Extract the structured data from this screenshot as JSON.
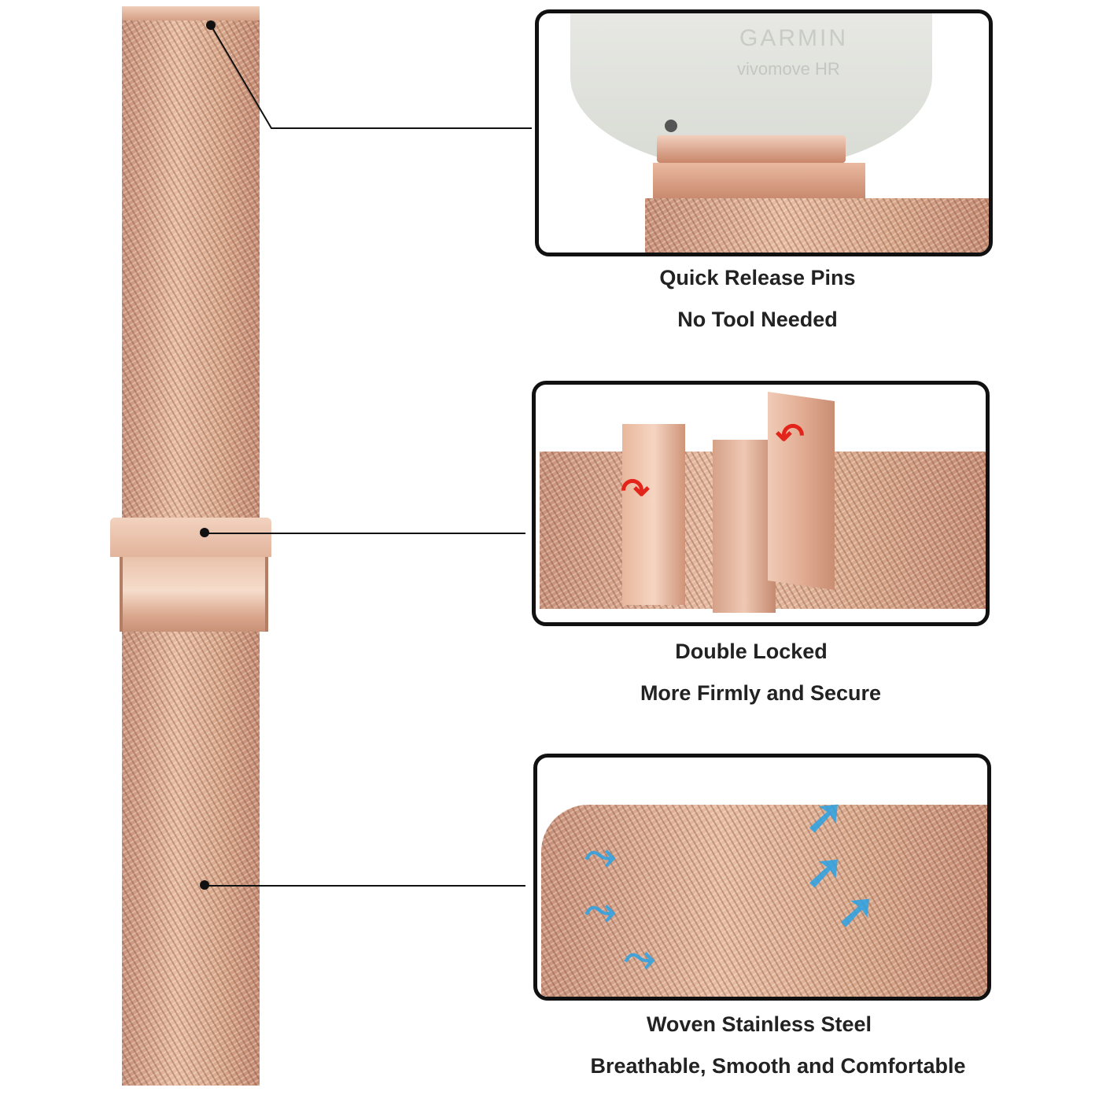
{
  "features": [
    {
      "title": "Quick Release Pins",
      "subtitle": "No Tool Needed"
    },
    {
      "title": "Double Locked",
      "subtitle": "More Firmly and Secure"
    },
    {
      "title": "Woven Stainless Steel",
      "subtitle": "Breathable, Smooth and Comfortable"
    }
  ],
  "watch": {
    "brand": "GARMIN",
    "model": "vivomove HR"
  },
  "colors": {
    "rose_gold": "#d9a98c",
    "arrow_red": "#e3241b",
    "arrow_blue": "#2aa3e6",
    "border": "#111111"
  }
}
